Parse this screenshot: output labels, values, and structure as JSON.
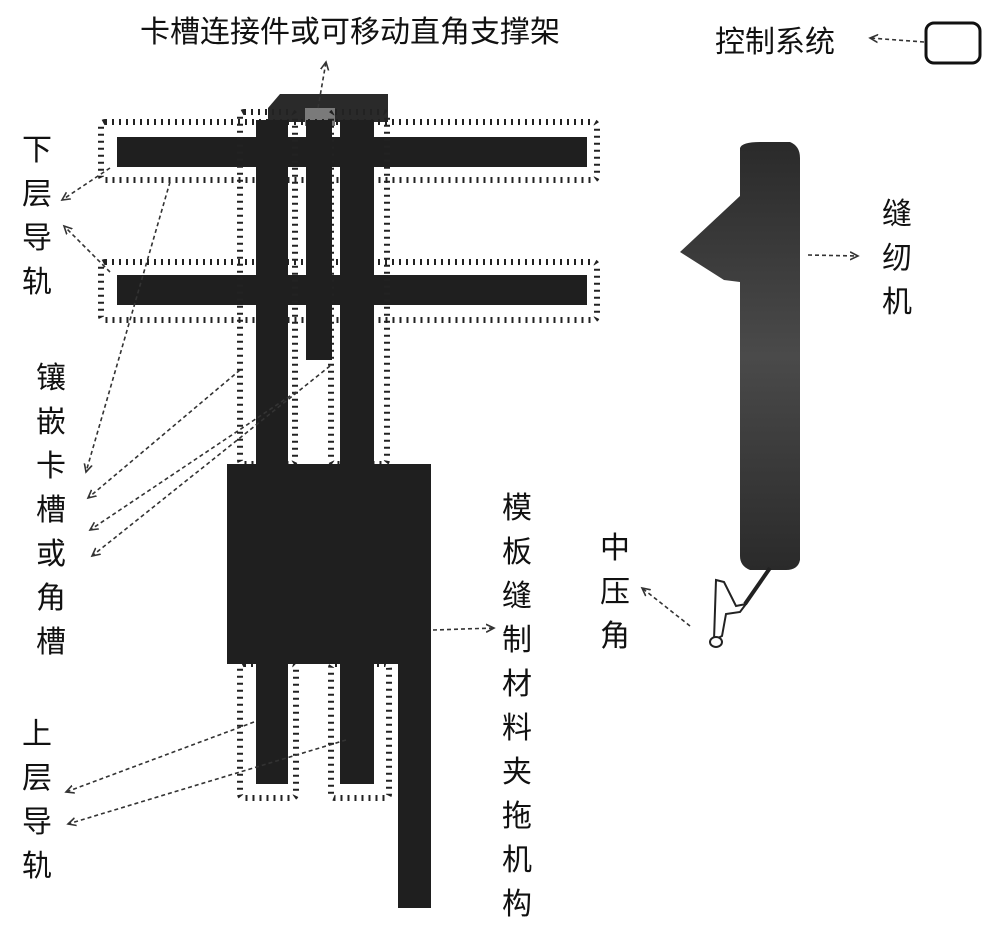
{
  "labels": {
    "top_connector": "卡槽连接件或可移动直角支撑架",
    "control_system": "控制系统",
    "lower_rail": [
      "下",
      "层",
      "导",
      "轨"
    ],
    "sewing_machine": [
      "缝",
      "纫",
      "机"
    ],
    "inlay_groove": [
      "镶",
      "嵌",
      "卡",
      "槽",
      "或",
      "角",
      "槽"
    ],
    "template_mechanism": [
      "模",
      "板",
      "缝",
      "制",
      "材",
      "料",
      "夹",
      "拖",
      "机",
      "构"
    ],
    "middle_presser": [
      "中",
      "压",
      "角"
    ],
    "upper_rail": [
      "上",
      "层",
      "导",
      "轨"
    ]
  }
}
